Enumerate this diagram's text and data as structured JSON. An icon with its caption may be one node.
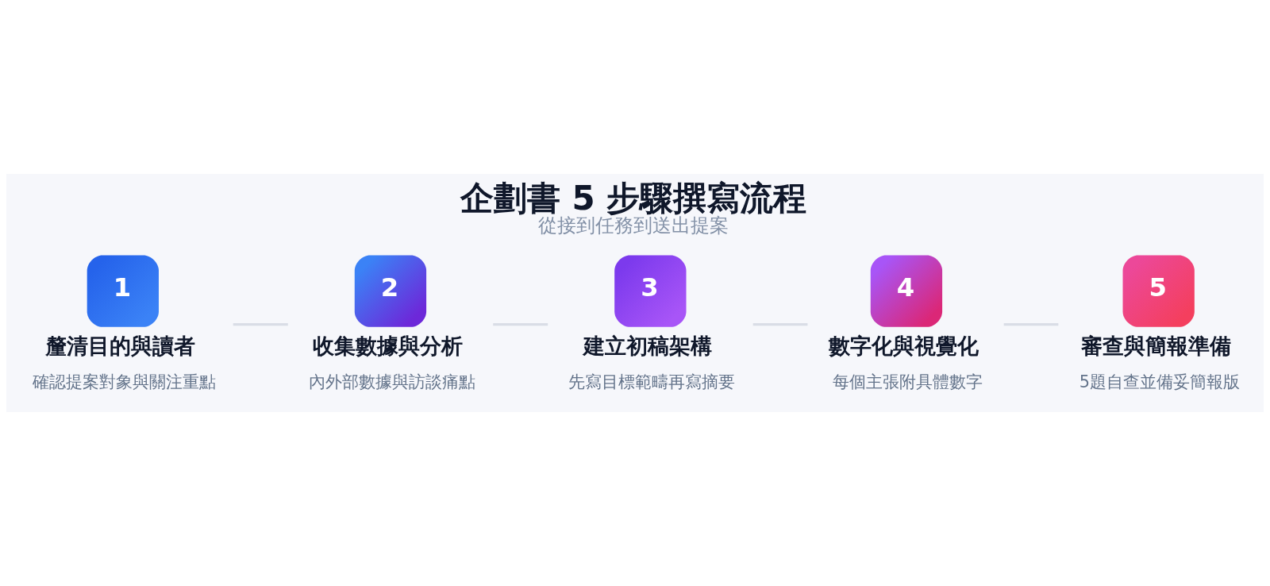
{
  "diagram": {
    "title": "企劃書 5 步驟撰寫流程",
    "caption": "從接到任務到送出提案",
    "nodes": [
      {
        "text": [
          "1",
          "釐清目的與讀者"
        ],
        "beside": [
          "確認提案對象與關注重點"
        ]
      },
      {
        "text": [
          "2",
          "收集數據與分析"
        ],
        "beside": [
          "內外部數據與訪談痛點"
        ]
      },
      {
        "text": [
          "3",
          "建立初稿架構"
        ],
        "beside": [
          "先寫目標範疇再寫摘要"
        ]
      },
      {
        "text": [
          "4",
          "數字化與視覺化"
        ],
        "beside": [
          "每個主張附具體數字"
        ]
      },
      {
        "text": [
          "5",
          "審查與簡報準備"
        ],
        "beside": [
          "5題自查並備妥簡報版"
        ]
      }
    ],
    "edges": [
      {
        "from": 0,
        "to": 1,
        "arrow": "none"
      },
      {
        "from": 1,
        "to": 2,
        "arrow": "none"
      },
      {
        "from": 2,
        "to": 3,
        "arrow": "none"
      },
      {
        "from": 3,
        "to": 4,
        "arrow": "none"
      }
    ]
  }
}
